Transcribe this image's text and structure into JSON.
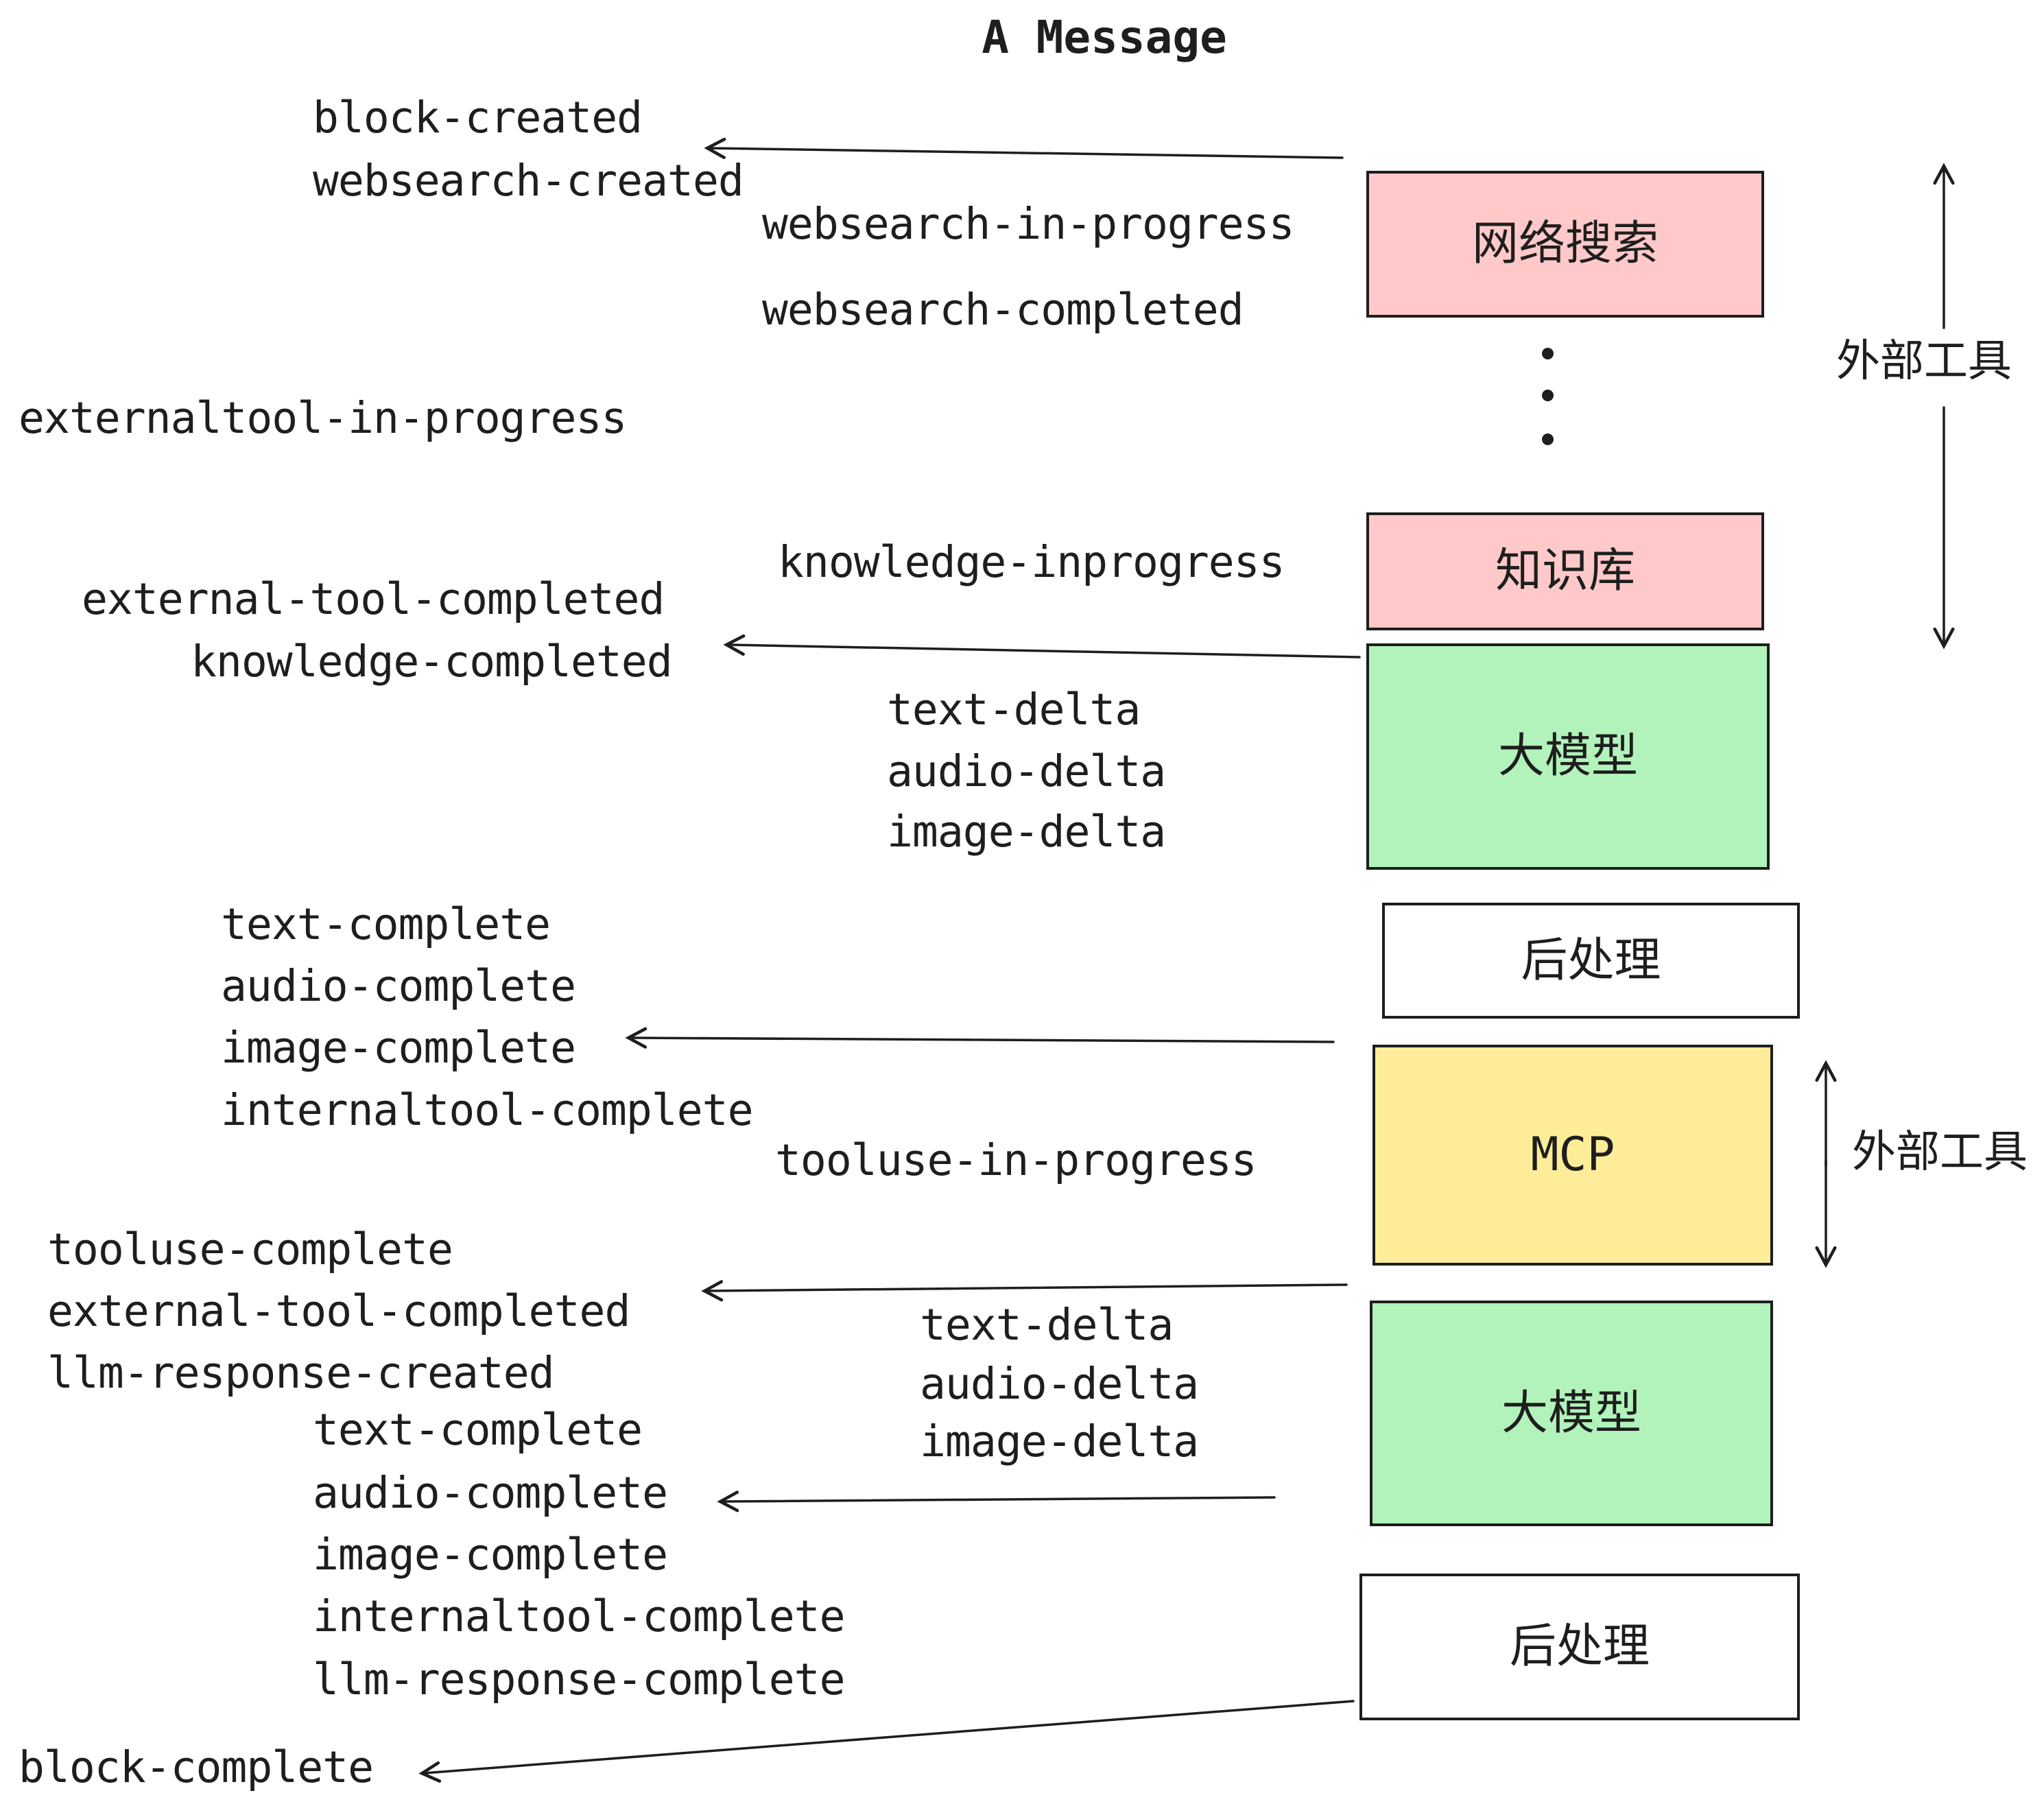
{
  "title": "A Message",
  "events": [
    "block-created",
    "websearch-created",
    "websearch-in-progress",
    "websearch-completed",
    "externaltool-in-progress",
    "knowledge-inprogress",
    "external-tool-completed",
    "knowledge-completed",
    "text-delta",
    "audio-delta",
    "image-delta",
    "text-complete",
    "audio-complete",
    "image-complete",
    "internaltool-complete",
    "tooluse-in-progress",
    "tooluse-complete",
    "external-tool-completed",
    "llm-response-created",
    "text-complete",
    "audio-complete",
    "text-delta",
    "audio-delta",
    "image-delta",
    "image-complete",
    "internaltool-complete",
    "llm-response-complete",
    "block-complete"
  ],
  "boxes": [
    {
      "label": "网络搜索",
      "fill": "#ffc9c9"
    },
    {
      "label": "知识库",
      "fill": "#ffc9c9"
    },
    {
      "label": "大模型",
      "fill": "#b2f2bb"
    },
    {
      "label": "后处理",
      "fill": "#ffffff"
    },
    {
      "label": "MCP",
      "fill": "#ffec99"
    },
    {
      "label": "大模型",
      "fill": "#b2f2bb"
    },
    {
      "label": "后处理",
      "fill": "#ffffff"
    }
  ],
  "side_labels": [
    "外部工具",
    "外部工具"
  ],
  "colors": {
    "ink": "#1e1e1e",
    "pink": "#ffc9c9",
    "green": "#b2f2bb",
    "yellow": "#ffec99",
    "white": "#ffffff",
    "background": "#ffffff"
  }
}
